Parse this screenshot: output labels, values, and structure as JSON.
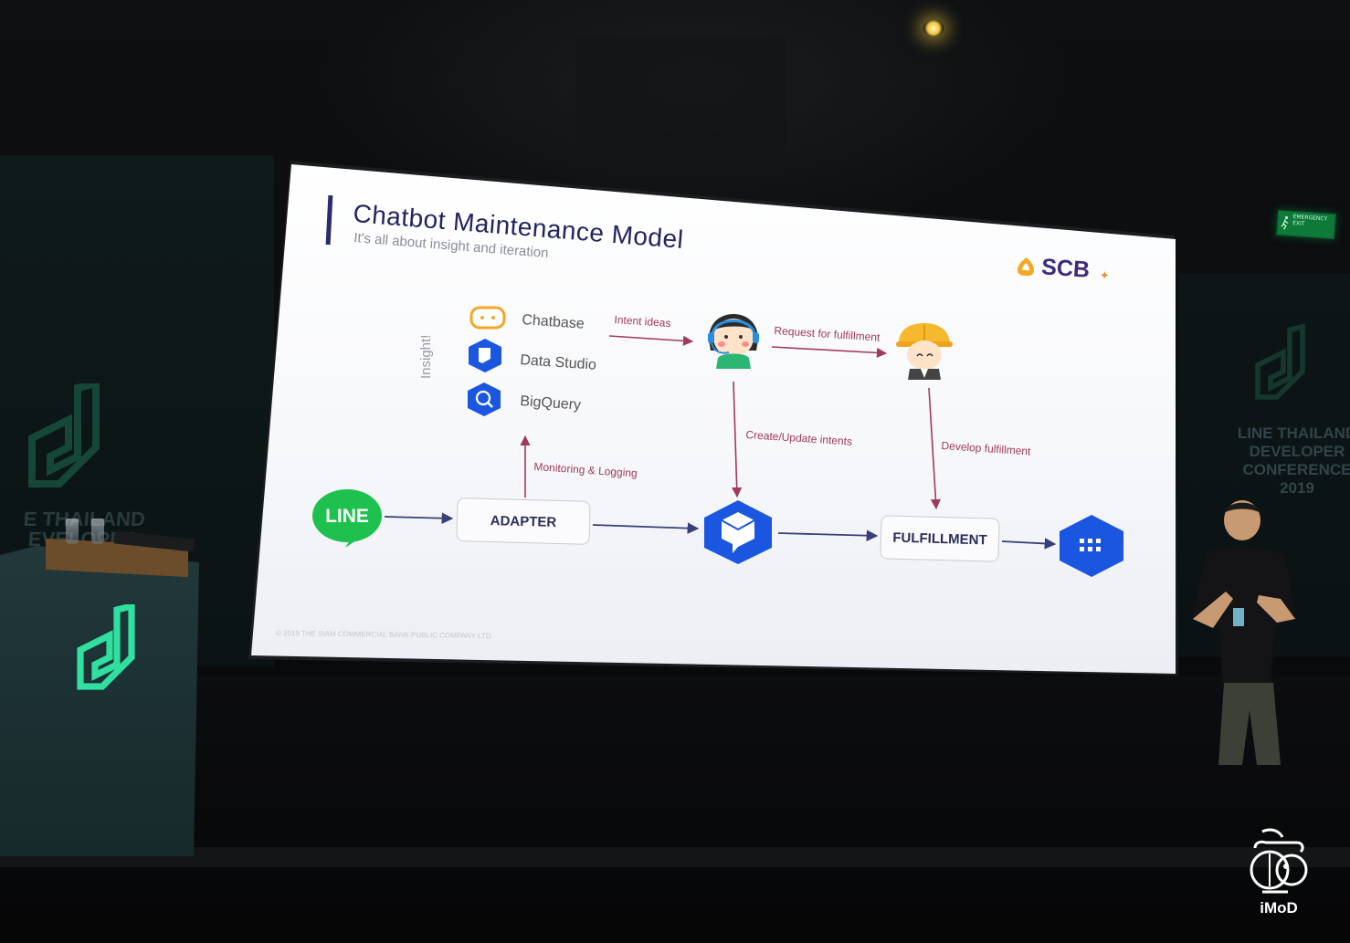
{
  "slide": {
    "title": "Chatbot Maintenance Model",
    "subtitle": "It's all about insight and iteration",
    "brand": "SCB",
    "brand_mark": "✦",
    "insight_label": "Insight!",
    "tools": [
      {
        "label": "Chatbase",
        "icon": "chatbase-icon",
        "color": "#f5a623"
      },
      {
        "label": "Data Studio",
        "icon": "data-studio-icon",
        "color": "#1a56e0"
      },
      {
        "label": "BigQuery",
        "icon": "bigquery-icon",
        "color": "#1a56e0"
      }
    ],
    "flow_labels": {
      "intent_ideas": "Intent ideas",
      "request_fulfillment": "Request for fulfillment",
      "create_update": "Create/Update intents",
      "develop_fulfillment": "Develop fulfillment",
      "monitoring": "Monitoring & Logging"
    },
    "nodes": {
      "line": "LINE",
      "adapter": "ADAPTER",
      "fulfillment": "FULFILLMENT"
    },
    "footer": "© 2019  THE SIAM COMMERCIAL BANK PUBLIC COMPANY LTD.",
    "colors": {
      "title": "#23245e",
      "arrow": "#a03a5c",
      "blue": "#1a56e0",
      "line_green": "#1ec14d"
    }
  },
  "venue": {
    "banner_left": "E THAILAND\nEVELOPER\nONFERENCE\n2019",
    "banner_right": "LINE THAILAND\nDEVELOPER\nCONFERENCE\n2019",
    "exit_sign": "EMERGENCY\nEXIT"
  },
  "watermark": {
    "text": "iMoD"
  }
}
